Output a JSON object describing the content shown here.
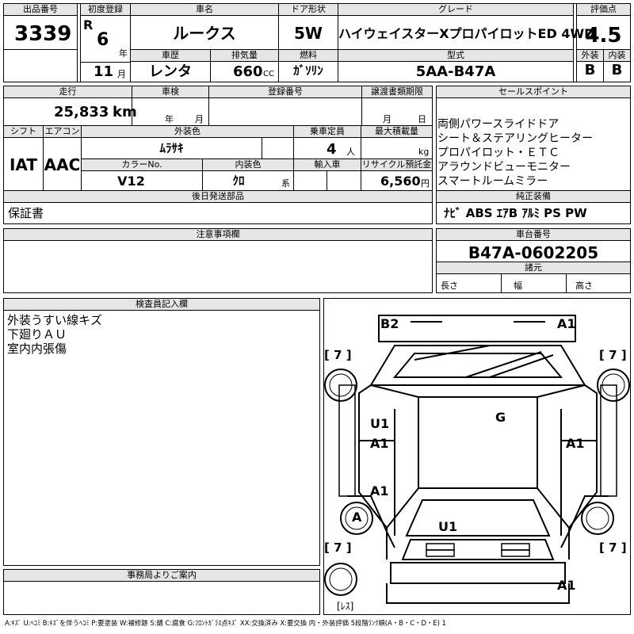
{
  "lot": {
    "header": "出品番号",
    "number": "3339"
  },
  "first_reg": {
    "header": "初度登録",
    "era": "R",
    "year": "6",
    "year_unit": "年",
    "month": "11",
    "month_unit": "月"
  },
  "car_name": {
    "header": "車名",
    "value": "ルークス"
  },
  "door": {
    "header": "ドア形状",
    "value": "5W"
  },
  "grade": {
    "header": "グレード",
    "value": "ハイウェイスターXプロパイロットED 4WD"
  },
  "score": {
    "header": "評価点",
    "value": "4.5",
    "ext_header": "外装",
    "int_header": "内装",
    "ext_value": "B",
    "int_value": "B"
  },
  "history": {
    "header": "車歴",
    "value": "レンタ"
  },
  "displacement": {
    "header": "排気量",
    "value": "660",
    "unit": "CC"
  },
  "fuel": {
    "header": "燃料",
    "value": "ｶﾞｿﾘﾝ"
  },
  "model": {
    "header": "型式",
    "value": "5AA-B47A"
  },
  "mileage": {
    "header": "走行",
    "value": "25,833",
    "unit": "km"
  },
  "inspection": {
    "header": "車検",
    "year_unit": "年",
    "month_unit": "月"
  },
  "registration": {
    "header": "登録番号"
  },
  "transfer": {
    "header": "譲渡書類期限",
    "month_unit": "月",
    "day_unit": "日"
  },
  "shift": {
    "header": "シフト",
    "value": "IAT"
  },
  "ac": {
    "header": "エアコン",
    "value": "AAC"
  },
  "ext_color": {
    "header": "外装色",
    "value": "ﾑﾗｻｷ"
  },
  "capacity": {
    "header": "乗車定員",
    "value": "4",
    "unit": "人"
  },
  "max_load": {
    "header": "最大積載量",
    "unit": "kg"
  },
  "color_no": {
    "header": "カラーNo.",
    "value": "V12"
  },
  "int_color": {
    "header": "内装色",
    "value": "ｸﾛ",
    "unit": "系"
  },
  "import": {
    "header": "輸入車"
  },
  "recycle": {
    "header": "リサイクル預託金",
    "value": "6,560",
    "unit": "円"
  },
  "sales_points": {
    "header": "セールスポイント",
    "items": [
      "両側パワースライドドア",
      "シート＆ステアリングヒーター",
      "プロパイロット・ＥＴＣ",
      "アラウンドビューモニター",
      "スマートルームミラー"
    ]
  },
  "later_parts": {
    "header": "後日発送部品",
    "value": "保証書"
  },
  "equipment": {
    "header": "純正装備",
    "value": "ﾅﾋﾞ ABS ｴｱB ｱﾙﾐ PS PW"
  },
  "notes": {
    "header": "注意事項欄"
  },
  "chassis": {
    "header": "車台番号",
    "value": "B47A-0602205"
  },
  "specs": {
    "header": "諸元",
    "length": "長さ",
    "width": "幅",
    "height": "高さ"
  },
  "inspector": {
    "header": "検査員記入欄",
    "lines": [
      "外装うすい線キズ",
      "下廻りＡＵ",
      "室内内張傷"
    ]
  },
  "office": {
    "header": "事務局よりご案内"
  },
  "diagram": {
    "marks": {
      "front_left": "B2",
      "front_right": "A1",
      "left_u1": "U1",
      "left_a1_upper": "A1",
      "left_a1_lower": "A1",
      "right_a1": "A1",
      "roof_g": "G",
      "rear_u1": "U1",
      "wheel_a": "A",
      "rear_a1": "A1"
    },
    "tire_labels": [
      "[ 7 ]",
      "[ 7 ]",
      "[ 7 ]",
      "[ 7 ]"
    ],
    "spare": "[ﾚｽ]"
  },
  "legend": "A:ｷｽﾞ U:ﾍｺﾐ B:ｷｽﾞを伴うﾍｺﾐ P:要塗装 W:補修跡 S:錆 C:腐食 G:ﾌﾛﾝﾄｶﾞﾗｽ点ｷｽﾞ XX:交換済み X:要交換 内・外装評価 5段階ﾗﾝｸ順(A・B・C・D・E) 1"
}
